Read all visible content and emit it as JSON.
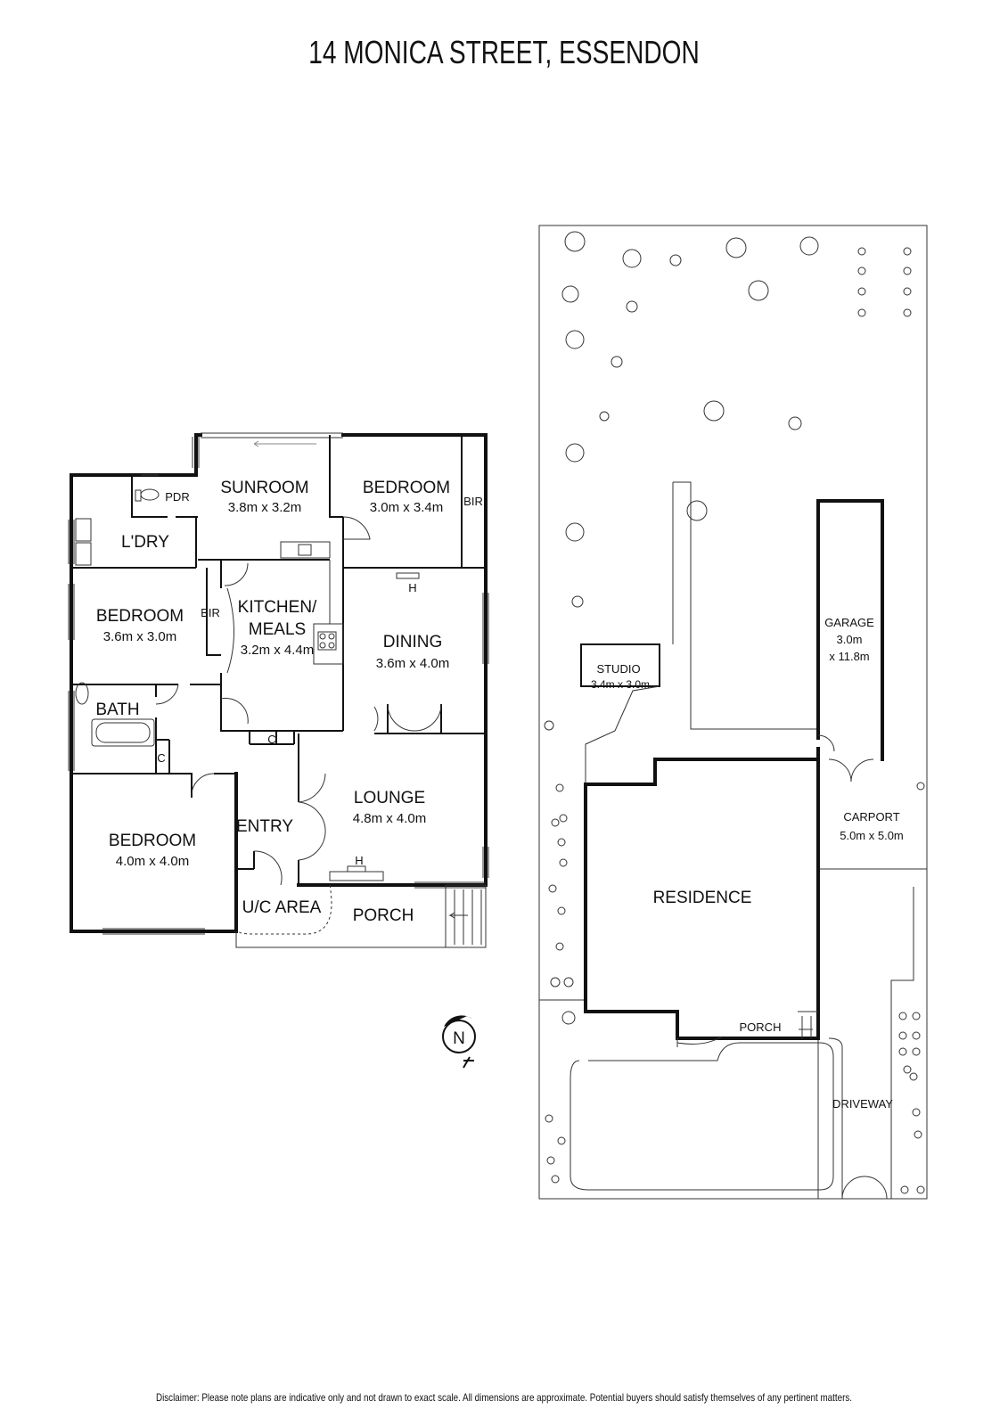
{
  "title": "14 MONICA STREET, ESSENDON",
  "disclaimer": "Disclaimer: Please note plans are indicative only and not drawn to exact scale. All dimensions are approximate. Potential buyers should satisfy themselves of any pertinent matters.",
  "floor_plan": {
    "sunroom": {
      "name": "SUNROOM",
      "size": "3.8m x 3.2m"
    },
    "bedroom_rear": {
      "name": "BEDROOM",
      "size": "3.0m x 3.4m"
    },
    "bir_rear": "BIR",
    "pdr": "PDR",
    "laundry": "L'DRY",
    "bedroom_mid": {
      "name": "BEDROOM",
      "size": "3.6m x 3.0m"
    },
    "bir_mid": "BIR",
    "kitchen": {
      "name1": "KITCHEN/",
      "name2": "MEALS",
      "size": "3.2m x 4.4m"
    },
    "dining": {
      "name": "DINING",
      "size": "3.6m x 4.0m"
    },
    "heater_dining": "H",
    "bath": "BATH",
    "cupboard_bath": "C",
    "cupboard_hall": "C",
    "lounge": {
      "name": "LOUNGE",
      "size": "4.8m x 4.0m"
    },
    "heater_lounge": "H",
    "entry": "ENTRY",
    "bedroom_front": {
      "name": "BEDROOM",
      "size": "4.0m x 4.0m"
    },
    "uc_area": "U/C AREA",
    "porch": "PORCH",
    "north": "N"
  },
  "site_plan": {
    "studio": {
      "name": "STUDIO",
      "size": "3.4m x 3.0m"
    },
    "garage": {
      "name": "GARAGE",
      "size1": "3.0m",
      "size2": "x 11.8m"
    },
    "carport": {
      "name": "CARPORT",
      "size": "5.0m x 5.0m"
    },
    "residence": "RESIDENCE",
    "porch": "PORCH",
    "driveway": "DRIVEWAY"
  }
}
